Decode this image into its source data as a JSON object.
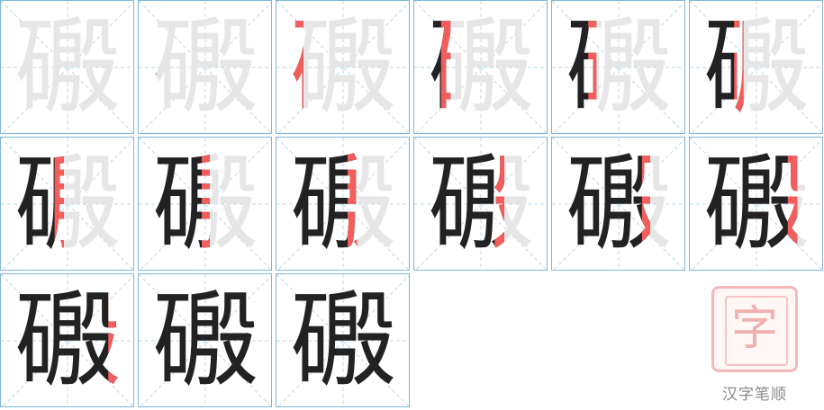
{
  "character": "磤",
  "stroke_count": 15,
  "colors": {
    "grid_border": "#7fb6d8",
    "guide_lines": "#b9d7ea",
    "ghost": "#e6e6e6",
    "done": "#222222",
    "current": "#f25d5d",
    "seal": "#f4b8b8"
  },
  "steps": [
    1,
    2,
    3,
    4,
    5,
    6,
    7,
    8,
    9,
    10,
    11,
    12,
    13,
    14,
    15
  ],
  "seal": {
    "glyph": "字",
    "icon": "seal-stamp-icon"
  },
  "brand": {
    "text": "汉字笔顺"
  }
}
